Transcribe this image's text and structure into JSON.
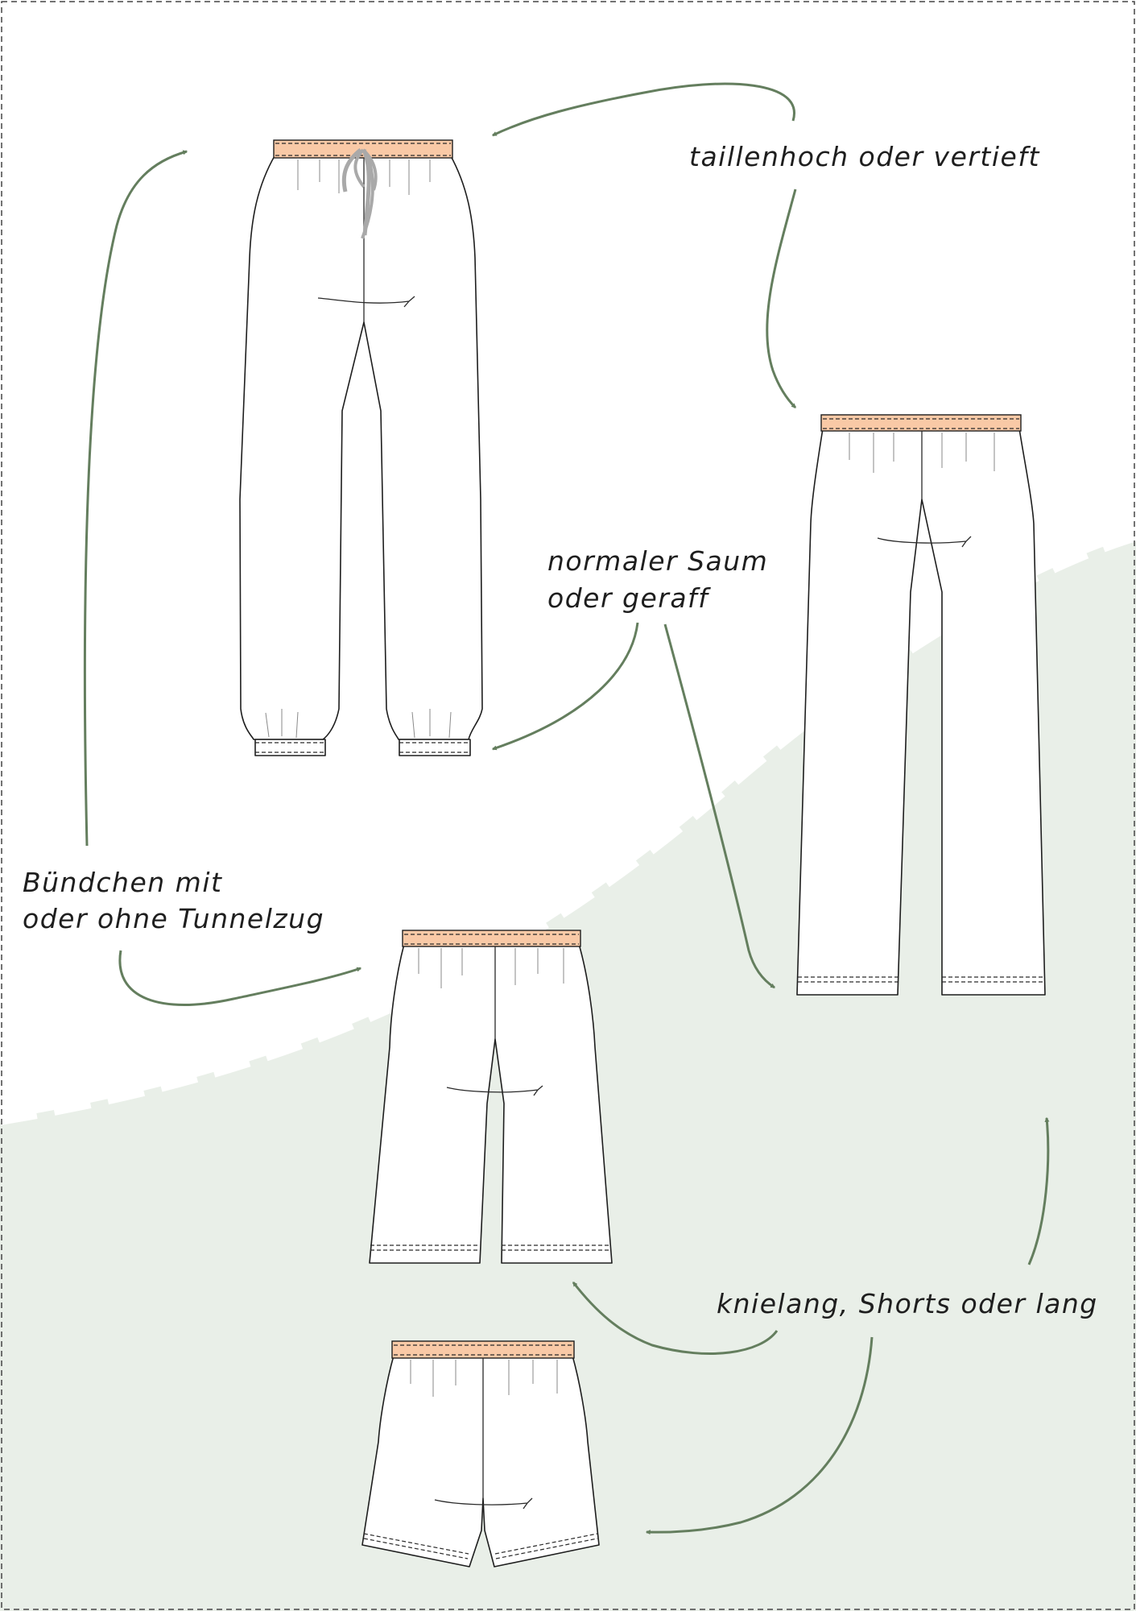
{
  "colors": {
    "background": "#ffffff",
    "lower_panel": "#e9efe8",
    "divider_dash": "#ffffff",
    "arrow": "#647e5e",
    "waistband": "#f9c9a6",
    "drawstring": "#a9a9a9",
    "text": "#1e1e1e",
    "frame": "#444444"
  },
  "labels": {
    "waist": "taillenhoch oder vertieft",
    "hem_line1": "normaler Saum",
    "hem_line2": "oder geraff",
    "cuff_line1": "Bündchen mit",
    "cuff_line2": "oder ohne Tunnelzug",
    "length": "knielang, Shorts oder lang"
  },
  "garments": [
    {
      "id": "jogger",
      "style": "long pants, gathered cuffs, drawstring"
    },
    {
      "id": "straight",
      "style": "long straight pants, hemmed"
    },
    {
      "id": "knee",
      "style": "knee-length pants, hemmed"
    },
    {
      "id": "shorts",
      "style": "shorts, hemmed"
    }
  ]
}
